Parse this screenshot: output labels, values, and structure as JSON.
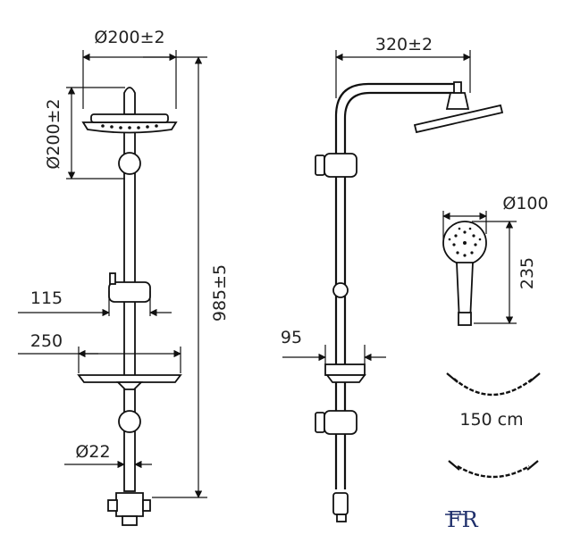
{
  "dimensions": {
    "head_diameter_top": "Ø200±2",
    "head_diameter_side": "Ø200±2",
    "total_height": "985±5",
    "holder_width": "115",
    "shelf_width": "250",
    "pipe_diameter": "Ø22",
    "arm_reach": "320±2",
    "holder_depth": "95",
    "hand_shower_diameter": "Ø100",
    "hand_shower_length": "235",
    "hose_length": "150 cm"
  },
  "logo_text": "FR",
  "colors": {
    "line": "#111111",
    "logo": "#1f2f6b"
  }
}
